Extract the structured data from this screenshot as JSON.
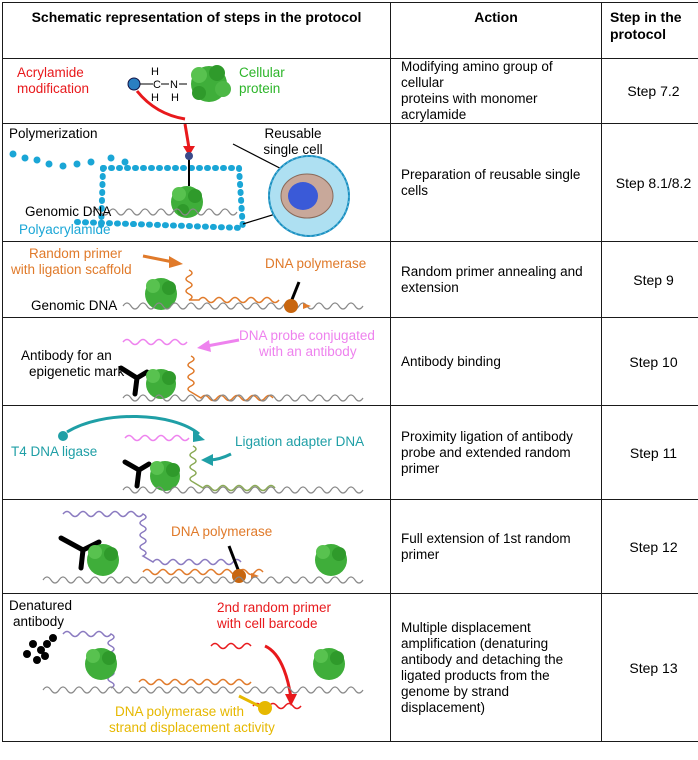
{
  "headers": {
    "schematic": "Schematic representation of steps in the protocol",
    "action": "Action",
    "step_line1": "Step in the",
    "step_line2": "protocol"
  },
  "colors": {
    "red": "#e8191c",
    "green": "#2db52a",
    "cyan": "#1aa6d6",
    "orange": "#e07a2a",
    "pink": "#ee82ee",
    "teal": "#1f9fa6",
    "gold": "#e6b800"
  },
  "rows": [
    {
      "action": [
        "Modifying amino group of cellular",
        "proteins with monomer",
        "acrylamide"
      ],
      "step": "Step 7.2",
      "labels": {
        "acrylamide": [
          "Acrylamide",
          "modification"
        ],
        "protein": [
          "Cellular",
          "protein"
        ],
        "atom_h": "H",
        "atom_c": "C",
        "atom_n": "N"
      }
    },
    {
      "action": [
        "Preparation of reusable single",
        "cells"
      ],
      "step": "Step 8.1/8.2",
      "labels": {
        "polymerization": "Polymerization",
        "reusable": [
          "Reusable",
          "single cell"
        ],
        "genomic": "Genomic DNA",
        "polyacrylamide": "Polyacrylamide"
      }
    },
    {
      "action": [
        "Random primer annealing and",
        "extension"
      ],
      "step": "Step 9",
      "labels": {
        "primer": [
          "Random primer",
          "with ligation scaffold"
        ],
        "polymerase": "DNA polymerase",
        "genomic": "Genomic DNA"
      }
    },
    {
      "action": [
        "Antibody binding"
      ],
      "step": "Step 10",
      "labels": {
        "antibody": [
          "Antibody for an",
          "epigenetic mark"
        ],
        "probe": [
          "DNA probe conjugated",
          "with an antibody"
        ]
      }
    },
    {
      "action": [
        "Proximity ligation of antibody",
        "probe and extended random",
        "primer"
      ],
      "step": "Step 11",
      "labels": {
        "ligase": "T4 DNA ligase",
        "adapter": "Ligation adapter DNA"
      }
    },
    {
      "action": [
        "Full extension of 1st random",
        "primer"
      ],
      "step": "Step 12",
      "labels": {
        "polymerase": "DNA polymerase"
      }
    },
    {
      "action": [
        "Multiple displacement",
        "amplification (denaturing",
        "antibody and detaching the",
        "ligated products from the",
        "genome by strand",
        "displacement)"
      ],
      "step": "Step 13",
      "labels": {
        "denatured": [
          "Denatured",
          "antibody"
        ],
        "second_primer": [
          "2nd random primer",
          "with cell barcode"
        ],
        "polymerase": [
          "DNA polymerase with",
          "strand displacement activity"
        ]
      }
    }
  ]
}
